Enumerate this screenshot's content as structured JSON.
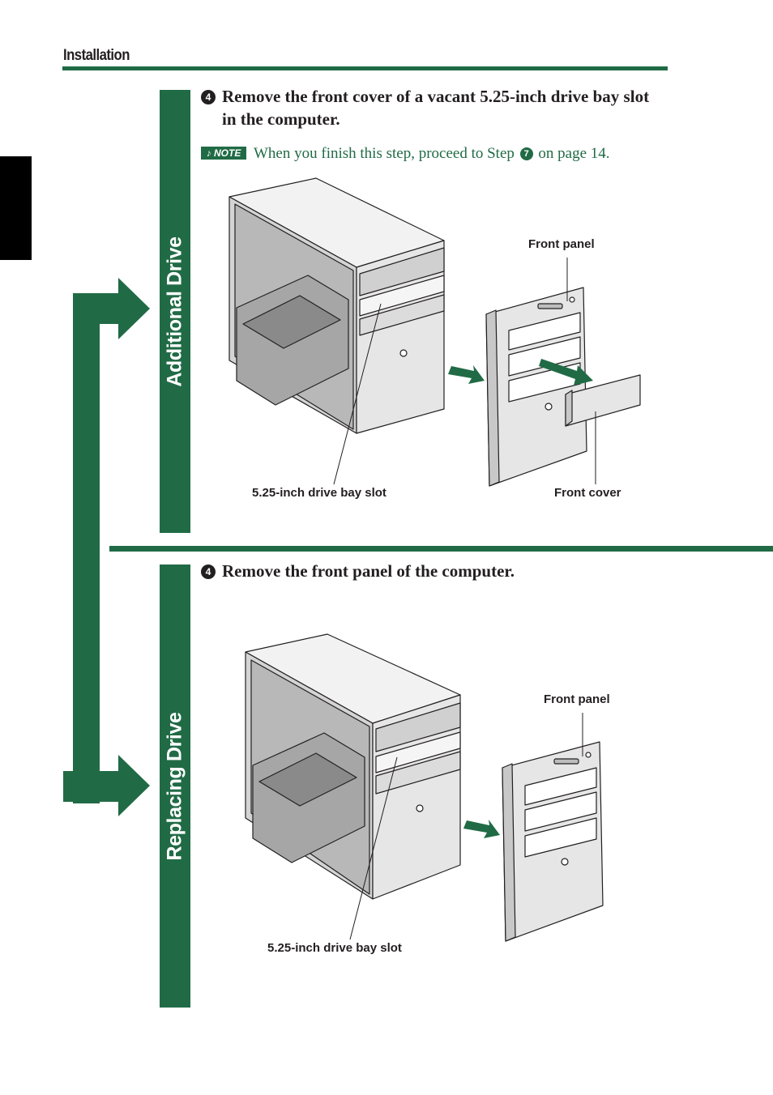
{
  "header": {
    "section_title": "Installation"
  },
  "additional_drive": {
    "band_label": "Additional Drive",
    "step_number": "4",
    "step_text_line1": "Remove the front cover of a vacant 5.25-inch drive bay slot",
    "step_text_line2": "in the computer.",
    "note_badge": "NOTE",
    "note_text_before": "When you finish this step, proceed to Step",
    "note_step_number": "7",
    "note_text_after": "on page 14.",
    "labels": {
      "front_panel": "Front panel",
      "drive_bay_slot": "5.25-inch drive bay slot",
      "front_cover": "Front cover"
    }
  },
  "replacing_drive": {
    "band_label": "Replacing Drive",
    "step_number": "4",
    "step_text": "Remove the front panel of the computer.",
    "labels": {
      "front_panel": "Front panel",
      "drive_bay_slot": "5.25-inch drive bay slot"
    }
  },
  "colors": {
    "accent": "#206b45",
    "text": "#231f20",
    "case_fill": "#e6e6e6",
    "case_shade": "#c8c8c8"
  }
}
